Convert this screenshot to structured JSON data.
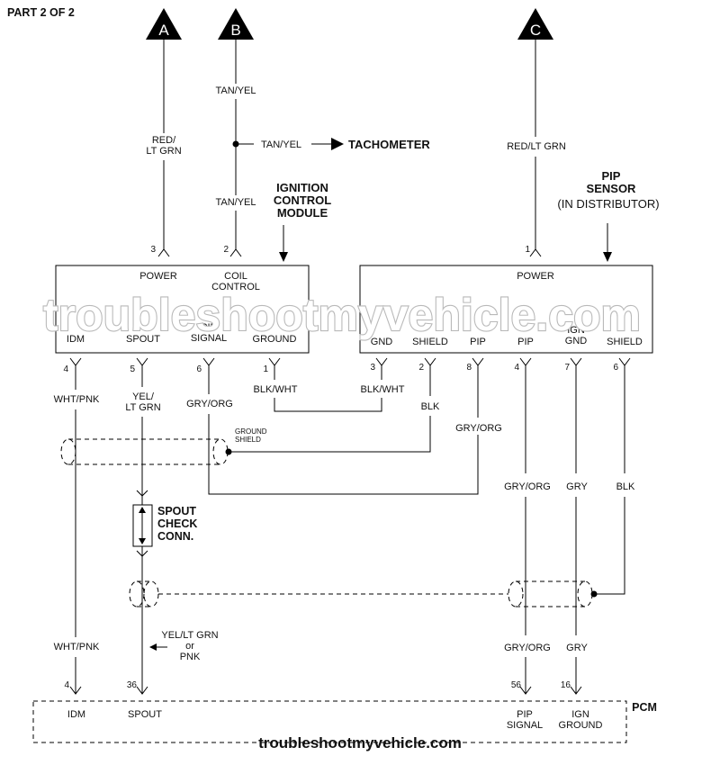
{
  "page_label": "PART 2 OF 2",
  "connectors": [
    {
      "letter": "A"
    },
    {
      "letter": "B"
    },
    {
      "letter": "C"
    }
  ],
  "wires": {
    "a_color": "RED/\nLT GRN",
    "b_upper_color": "TAN/YEL",
    "b_tach_color": "TAN/YEL",
    "b_lower_color": "TAN/YEL",
    "c_color": "RED/LT GRN",
    "tachometer": "TACHOMETER",
    "idm_upper": "WHT/PNK",
    "idm_lower": "WHT/PNK",
    "spout_upper": "YEL/\nLT GRN",
    "pip_signal": "GRY/ORG",
    "icm_ground": "BLK/WHT",
    "pip_gnd": "BLK/WHT",
    "pip_shield": "BLK",
    "pip_pip": "GRY/ORG",
    "pcm_pip_upper": "GRY/ORG",
    "pcm_ign_upper": "GRY",
    "pcm_shield": "BLK",
    "pcm_pip_lower": "GRY/ORG",
    "pcm_ign_lower": "GRY",
    "spout_alt": "YEL/LT GRN\nor\nPNK",
    "ground_shield": "GROUND\nSHIELD"
  },
  "icm": {
    "title": "IGNITION\nCONTROL\nMODULE",
    "top_pins": [
      {
        "num": "3",
        "label": "POWER"
      },
      {
        "num": "2",
        "label": "COIL\nCONTROL"
      }
    ],
    "bottom_pins": [
      {
        "num": "4",
        "label": "IDM"
      },
      {
        "num": "5",
        "label": "SPOUT"
      },
      {
        "num": "6",
        "label": "PIP\nSIGNAL"
      },
      {
        "num": "1",
        "label": "GROUND"
      }
    ]
  },
  "pip_sensor": {
    "title": "PIP\nSENSOR",
    "subtitle": "(IN DISTRIBUTOR)",
    "top_pins": [
      {
        "num": "1",
        "label": "POWER"
      }
    ],
    "bottom_pins": [
      {
        "num": "3",
        "label": "GND"
      },
      {
        "num": "2",
        "label": "SHIELD"
      },
      {
        "num": "8",
        "label": "PIP"
      },
      {
        "num": "4",
        "label": "PIP"
      },
      {
        "num": "7",
        "label": "IGN\nGND"
      },
      {
        "num": "6",
        "label": "SHIELD"
      }
    ]
  },
  "spout_connector": "SPOUT\nCHECK\nCONN.",
  "pcm": {
    "title": "PCM",
    "pins": [
      {
        "num": "4",
        "label": "IDM"
      },
      {
        "num": "36",
        "label": "SPOUT"
      },
      {
        "num": "56",
        "label": "PIP\nSIGNAL"
      },
      {
        "num": "16",
        "label": "IGN\nGROUND"
      }
    ]
  },
  "watermark": "troubleshootmyvehicle.com",
  "footer": "troubleshootmyvehicle.com"
}
